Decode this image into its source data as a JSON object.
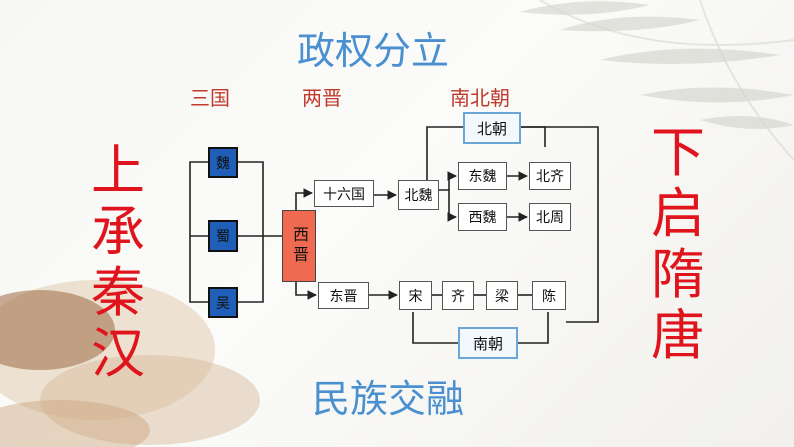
{
  "title_top": "政权分立",
  "title_bottom": "民族交融",
  "eras": {
    "sanguo": "三国",
    "liangjin": "两晋",
    "nanbeichao": "南北朝"
  },
  "left_text": [
    "上",
    "承",
    "秦",
    "汉"
  ],
  "right_text": [
    "下",
    "启",
    "隋",
    "唐"
  ],
  "nodes": {
    "wei": "魏",
    "shu": "蜀",
    "wu": "吴",
    "xijin": "西晋",
    "shiliuguo": "十六国",
    "dongjin": "东晋",
    "beiwei": "北魏",
    "dongwei": "东魏",
    "xiwei": "西魏",
    "beiqi": "北齐",
    "beizhou": "北周",
    "beichao": "北朝",
    "nanchao": "南朝",
    "song": "宋",
    "qi": "齐",
    "liang": "梁",
    "chen": "陈"
  },
  "colors": {
    "title": "#4a8fd0",
    "era": "#c0392b",
    "side_text": "#e0141c",
    "three_kingdoms": "#1f5fb8",
    "xijin": "#ef6a50"
  }
}
